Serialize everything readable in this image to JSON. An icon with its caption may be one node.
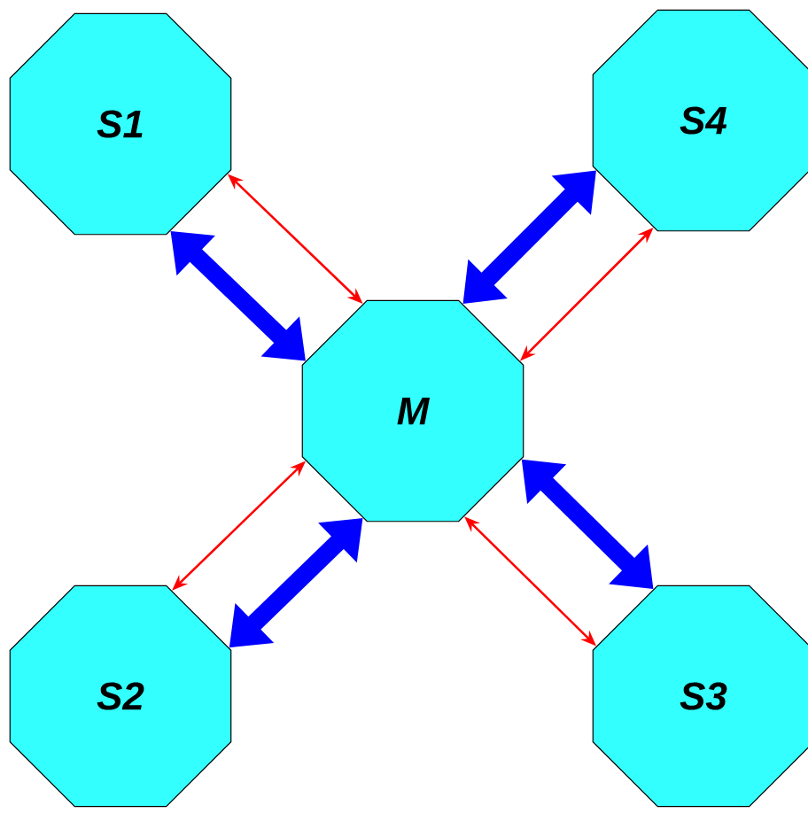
{
  "diagram": {
    "nodes": [
      {
        "text": [
          "S1"
        ]
      },
      {
        "text": [
          "S4"
        ]
      },
      {
        "text": [
          "M"
        ]
      },
      {
        "text": [
          "S2"
        ]
      },
      {
        "text": [
          "S3"
        ]
      }
    ],
    "edges": [
      {
        "from": 0,
        "to": 2,
        "arrow": "both",
        "style": "thick",
        "color": "#0000ff"
      },
      {
        "from": 0,
        "to": 2,
        "arrow": "both",
        "color": "#ff0000"
      },
      {
        "from": 1,
        "to": 2,
        "arrow": "both",
        "style": "thick",
        "color": "#0000ff"
      },
      {
        "from": 1,
        "to": 2,
        "arrow": "both",
        "color": "#ff0000"
      },
      {
        "from": 3,
        "to": 2,
        "arrow": "both",
        "style": "thick",
        "color": "#0000ff"
      },
      {
        "from": 3,
        "to": 2,
        "arrow": "both",
        "color": "#ff0000"
      },
      {
        "from": 4,
        "to": 2,
        "arrow": "both",
        "style": "thick",
        "color": "#0000ff"
      },
      {
        "from": 4,
        "to": 2,
        "arrow": "both",
        "color": "#ff0000"
      }
    ]
  }
}
